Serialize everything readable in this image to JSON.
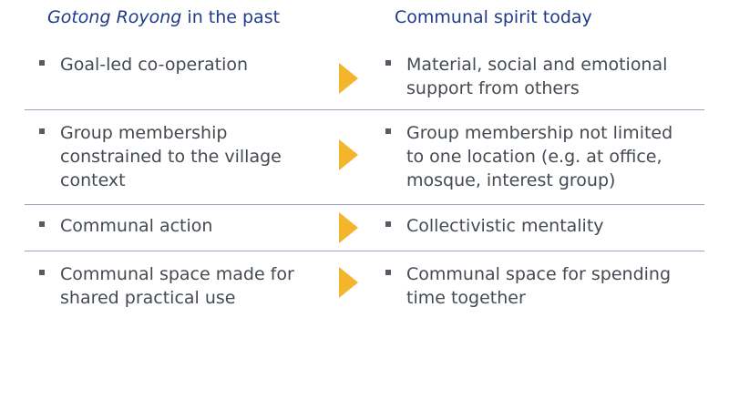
{
  "header": {
    "left_title_italic": "Gotong Royong",
    "left_title_rest": " in the past",
    "right_title": "Communal spirit today"
  },
  "rows": [
    {
      "past": "Goal-led co-operation",
      "today": "Material, social and emotional support from others"
    },
    {
      "past": "Group membership constrained to the village context",
      "today": "Group membership not limited to one location (e.g. at office, mosque, interest group)"
    },
    {
      "past": "Communal action",
      "today": "Collectivistic mentality"
    },
    {
      "past": "Communal space made for shared practical use",
      "today": "Communal space for spending time together"
    }
  ],
  "colors": {
    "title": "#1f3a8a",
    "text": "#444a52",
    "arrow": "#f3b52c",
    "divider": "#9aa8be"
  },
  "icons": {
    "arrow": "triangle-arrow-right-icon",
    "bullet": "square-bullet-icon"
  }
}
